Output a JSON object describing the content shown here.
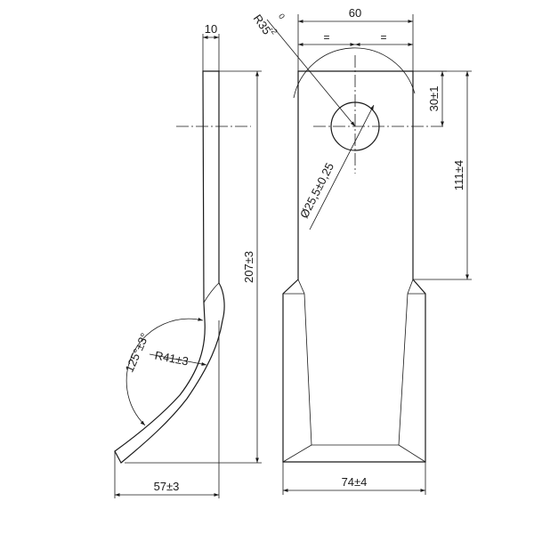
{
  "drawing": {
    "dimensions": {
      "thickness": "10",
      "blade_width_top": "60",
      "equal_left": "=",
      "equal_right": "=",
      "radius_top": "R35",
      "radius_top_tol_upper": "0",
      "radius_top_tol_lower": "-2",
      "hole_distance": "30±1",
      "hole_diameter": "Ø25,5±0,25",
      "upper_length": "111±4",
      "total_length": "207±3",
      "bend_angle": "125°±3°",
      "bend_radius": "R41±3",
      "side_offset": "57±3",
      "blade_width_bottom": "74±4"
    }
  }
}
